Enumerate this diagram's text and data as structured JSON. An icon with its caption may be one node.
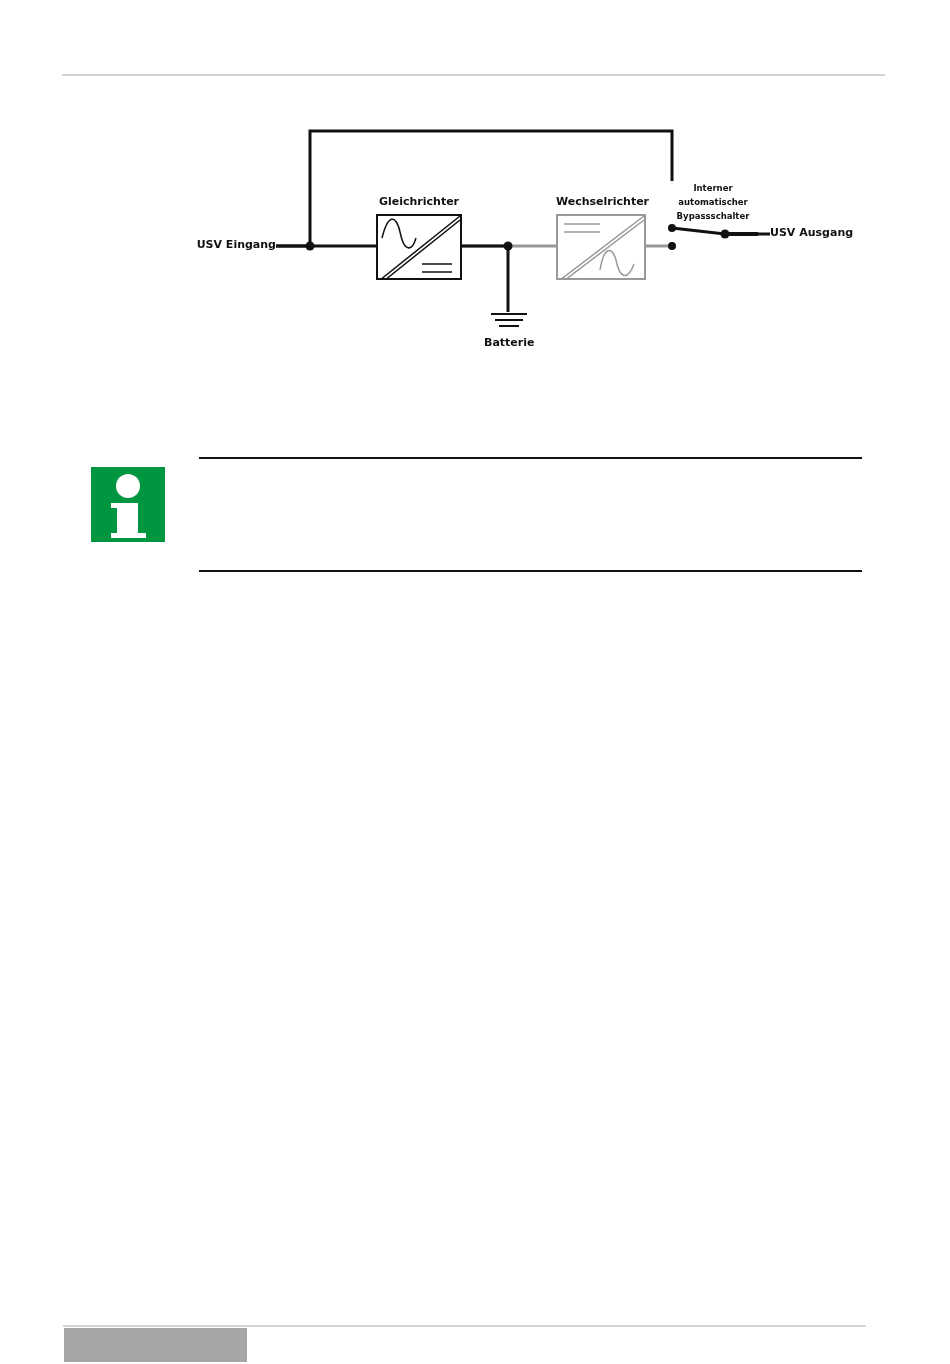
{
  "diagram": {
    "nodes": [
      {
        "text": [
          "USV Eingang"
        ]
      },
      {
        "text": [
          "Gleichrichter"
        ]
      },
      {
        "text": [
          "Wechselrichter"
        ]
      },
      {
        "text": [
          "Batterie"
        ]
      },
      {
        "text": [
          "Interner automatischer Bypassschalter"
        ]
      },
      {
        "text": [
          "USV Ausgang"
        ]
      }
    ],
    "edges": [
      {
        "from": 0,
        "to": 1,
        "arrow": "none"
      },
      {
        "from": 0,
        "to": 4,
        "arrow": "none"
      },
      {
        "from": 1,
        "to": 2,
        "arrow": "none",
        "color": "#999999"
      },
      {
        "from": 1,
        "to": 3,
        "arrow": "none"
      },
      {
        "from": 2,
        "to": 4,
        "arrow": "none",
        "color": "#999999"
      },
      {
        "from": 4,
        "to": 5,
        "arrow": "none"
      }
    ]
  }
}
